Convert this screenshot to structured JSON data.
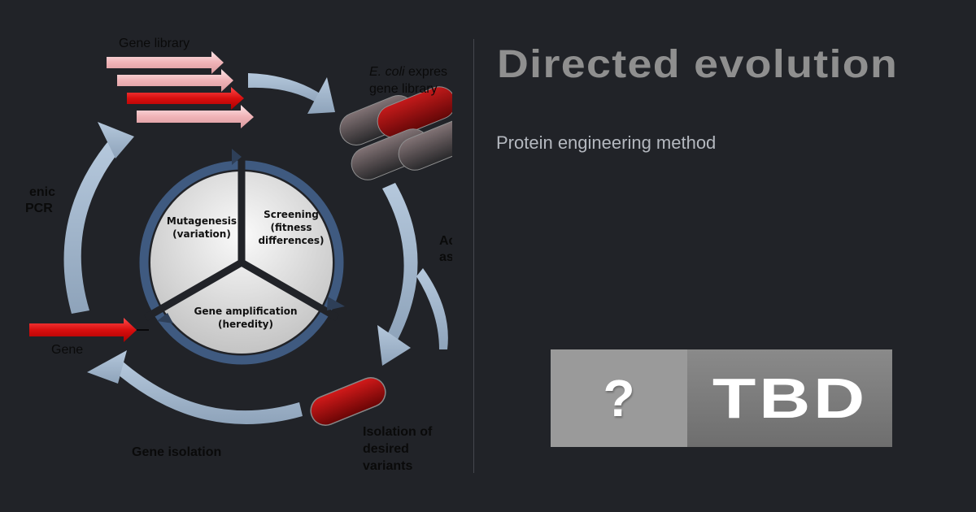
{
  "header": {
    "title": "Directed evolution",
    "subtitle": "Protein engineering method"
  },
  "badge": {
    "icon_text": "?",
    "label": "TBD"
  },
  "figure": {
    "labels": {
      "gene_library": "Gene library",
      "ecoli_italic": "E. coli",
      "ecoli_rest": " expres",
      "ecoli_line2": "gene library",
      "mutagenic_line1": "enic",
      "mutagenic_line2": "PCR",
      "assay_line1": "Ac",
      "assay_line2": "as",
      "gene": "Gene",
      "gene_isolation": "Gene isolation",
      "isolation_line1": "Isolation of",
      "isolation_line2": "desired",
      "isolation_line3": "variants"
    },
    "wheel": {
      "mutagenesis_line1": "Mutagenesis",
      "mutagenesis_line2": "(variation)",
      "screening_line1": "Screening",
      "screening_line2": "(fitness",
      "screening_line3": "differences)",
      "amplification_line1": "Gene amplification",
      "amplification_line2": "(heredity)"
    },
    "colors": {
      "cycle_arrow": "#a9bdd3",
      "wheel_ring": "#3f5a80",
      "gene_red": "#e01818",
      "gene_pink": "#f0b0b4"
    }
  }
}
